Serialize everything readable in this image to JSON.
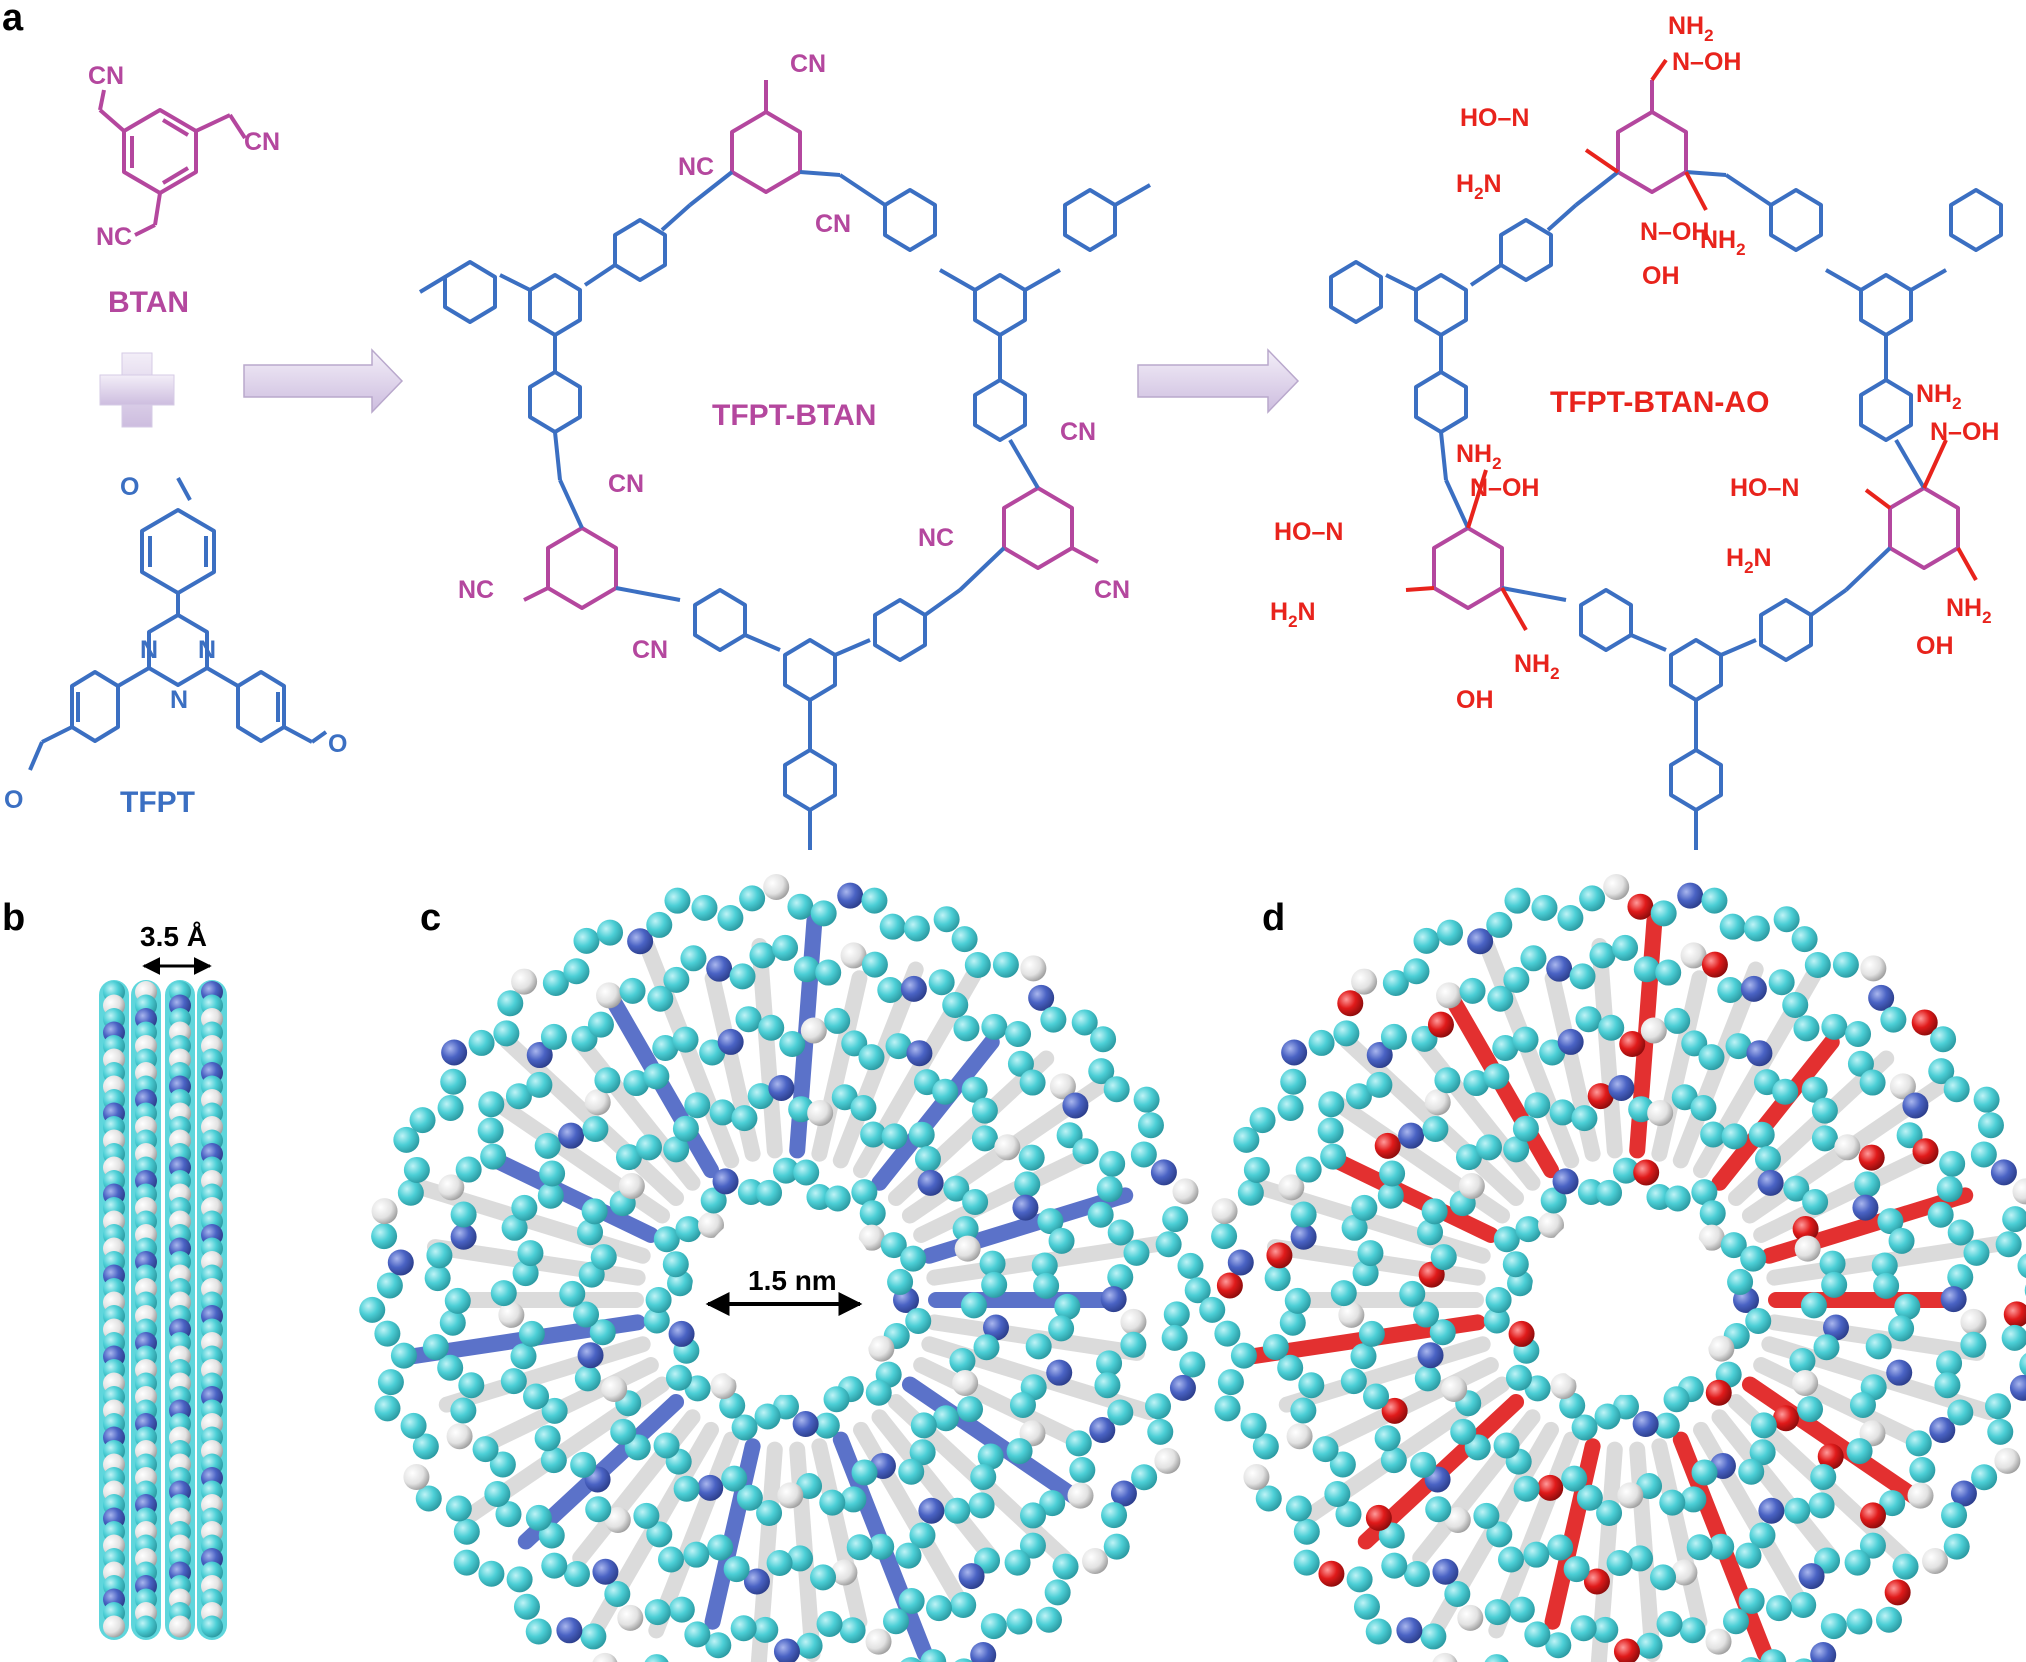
{
  "panels": {
    "a": "a",
    "b": "b",
    "c": "c",
    "d": "d"
  },
  "compounds": {
    "btan": "BTAN",
    "tfpt": "TFPT",
    "tfpt_btan": "TFPT-BTAN",
    "tfpt_btan_ao": "TFPT-BTAN-AO"
  },
  "atom_labels": {
    "cn": "CN",
    "nc": "NC",
    "n": "N",
    "o": "O",
    "nh2": "NH",
    "nh2_sub": "2",
    "h2n_h": "H",
    "h2n_sub": "2",
    "h2n_n": "N",
    "n_oh": "N–OH",
    "ho_n": "HO–N",
    "oh": "OH",
    "n_small": "N"
  },
  "dimensions": {
    "interlayer": "3.5 Å",
    "pore": "1.5 nm"
  },
  "colors": {
    "framework_blue": "#3b6fc2",
    "linker_magenta": "#b4479e",
    "amidoxime_red": "#e8231c",
    "arrow_fill": "#e6dcf0",
    "carbon_cyan": "#4ccfd6",
    "nitrogen_blue": "#4a63c4",
    "hydrogen_white": "#e8e8e8",
    "oxygen_red": "#e01a1a"
  }
}
